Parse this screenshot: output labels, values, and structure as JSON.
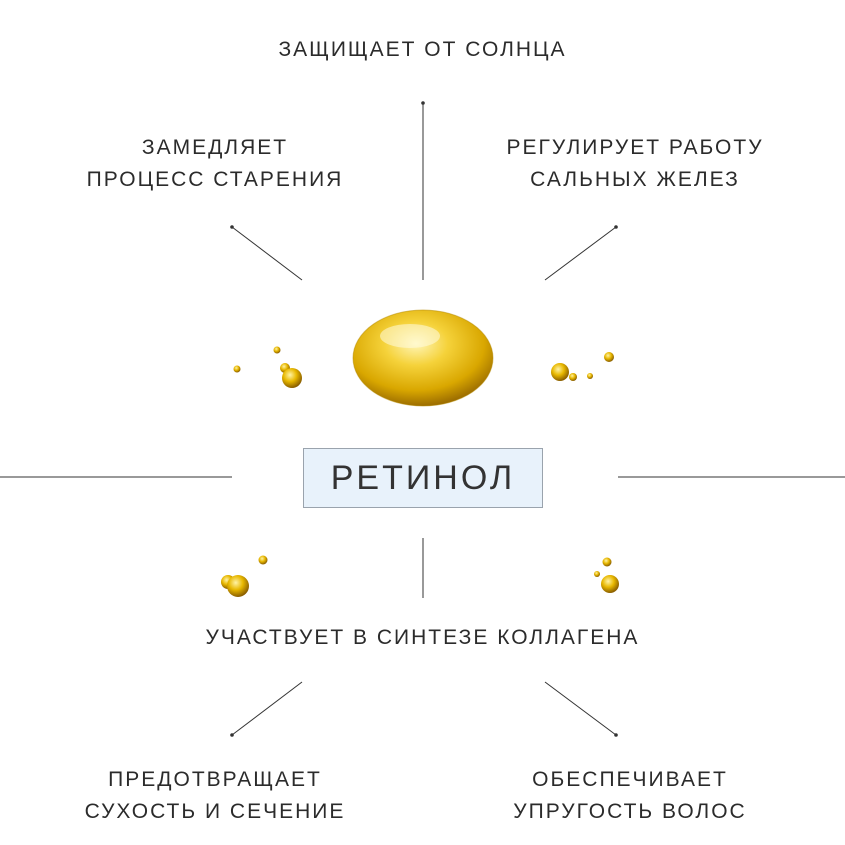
{
  "center_label": "РЕТИНОЛ",
  "benefits": {
    "top": "ЗАЩИЩАЕТ ОТ СОЛНЦА",
    "top_left": [
      "ЗАМЕДЛЯЕТ",
      "ПРОЦЕСС СТАРЕНИЯ"
    ],
    "top_right": [
      "РЕГУЛИРУЕТ РАБОТУ",
      "САЛЬНЫХ ЖЕЛЕЗ"
    ],
    "middle_bottom": "УЧАСТВУЕТ В СИНТЕЗЕ КОЛЛАГЕНА",
    "bottom_left": [
      "ПРЕДОТВРАЩАЕТ",
      "СУХОСТЬ И СЕЧЕНИЕ"
    ],
    "bottom_right": [
      "ОБЕСПЕЧИВАЕТ",
      "УПРУГОСТЬ ВОЛОС"
    ]
  },
  "colors": {
    "accent": "#e8b800",
    "box_fill": "#e8f2fb",
    "text": "#2b2b2b"
  },
  "icons": [
    "retinol-capsule-icon",
    "oil-droplets-icon"
  ]
}
